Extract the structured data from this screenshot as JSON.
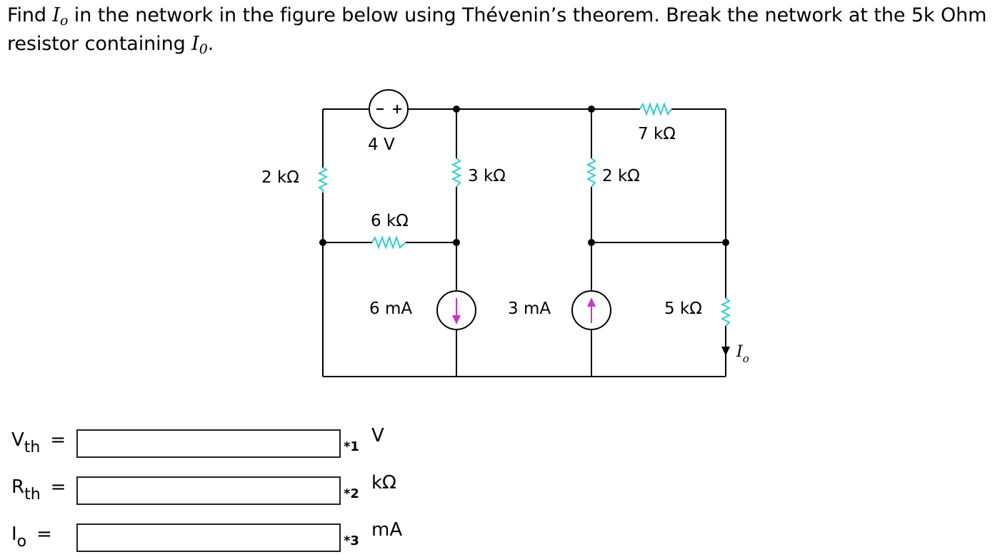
{
  "question": {
    "part1": "Find ",
    "io_symbol": "I",
    "io_sub": "o",
    "part2": " in the network in the figure below using Thévenin’s theorem. Break the network at the 5k Ohm resistor containing ",
    "io2_symbol": "I",
    "io2_sub": "0",
    "part3": "."
  },
  "circuit": {
    "labels": {
      "source_4v": "4 V",
      "r_7k": "7 kΩ",
      "r_2k_left": "2 kΩ",
      "r_3k": "3 kΩ",
      "r_2k_mid": "2 kΩ",
      "r_6k": "6 kΩ",
      "src_6ma": "6 mA",
      "src_3ma": "3 mA",
      "r_5k": "5 kΩ",
      "io_label_main": "I",
      "io_label_sub": "o"
    },
    "colors": {
      "wire": "#000000",
      "resistor": "#33cccc",
      "arrow": "#cc33cc"
    }
  },
  "answers": [
    {
      "var": "V",
      "sub": "th",
      "eq": "=",
      "marker": "*1",
      "unit": "V",
      "value": ""
    },
    {
      "var": "R",
      "sub": "th",
      "eq": "=",
      "marker": "*2",
      "unit": "kΩ",
      "value": ""
    },
    {
      "var": "I",
      "sub": "o",
      "eq": "=",
      "marker": "*3",
      "unit": "mA",
      "value": ""
    }
  ]
}
